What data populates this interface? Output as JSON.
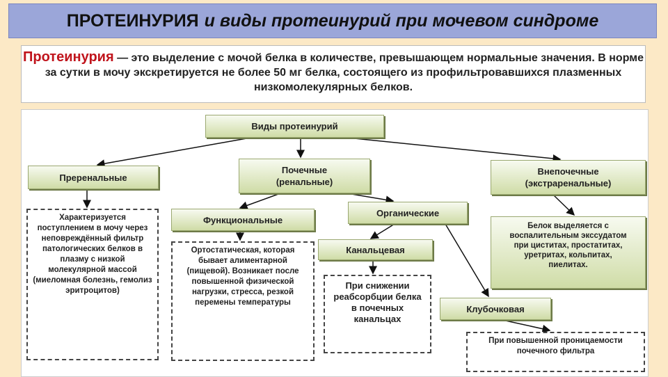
{
  "title": {
    "main": "ПРОТЕИНУРИЯ",
    "italic": "и виды протеинурий при мочевом синдроме"
  },
  "definition": {
    "term": "Протеинурия",
    "text": " — это выделение с мочой белка в количестве, превышающем нормальные значения. В норме за сутки в мочу экскретируется не более 50 мг белка, состоящего из профильтровавшихся плазменных низкомолекулярных белков."
  },
  "diagram": {
    "root": "Виды протеинурий",
    "prerenal": "Преренальные",
    "renal": "Почечные (ренальные)",
    "extrarenal": "Внепочечные (экстраренальные)",
    "prerenal_desc": "Характеризуется поступлением в мочу через неповреждённый фильтр патологических белков в плазму с низкой молекулярной массой (миеломная болезнь, гемолиз эритроцитов)",
    "functional": "Функциональные",
    "functional_desc": "Ортостатическая, которая бывает алиментарной (пищевой). Возникает после повышенной физической нагрузки, стресса, резкой перемены температуры",
    "organic": "Органические",
    "tubular": "Канальцевая",
    "tubular_desc": "При снижении реабсорбции белка в почечных канальцах",
    "extrarenal_desc": "Белок выделяется с воспалительным экссудатом при циститах, простатитах, уретритах, кольпитах, пиелитах.",
    "glomerular": "Клубочковая",
    "glomerular_desc": "При повышенной проницаемости почечного фильтра"
  }
}
